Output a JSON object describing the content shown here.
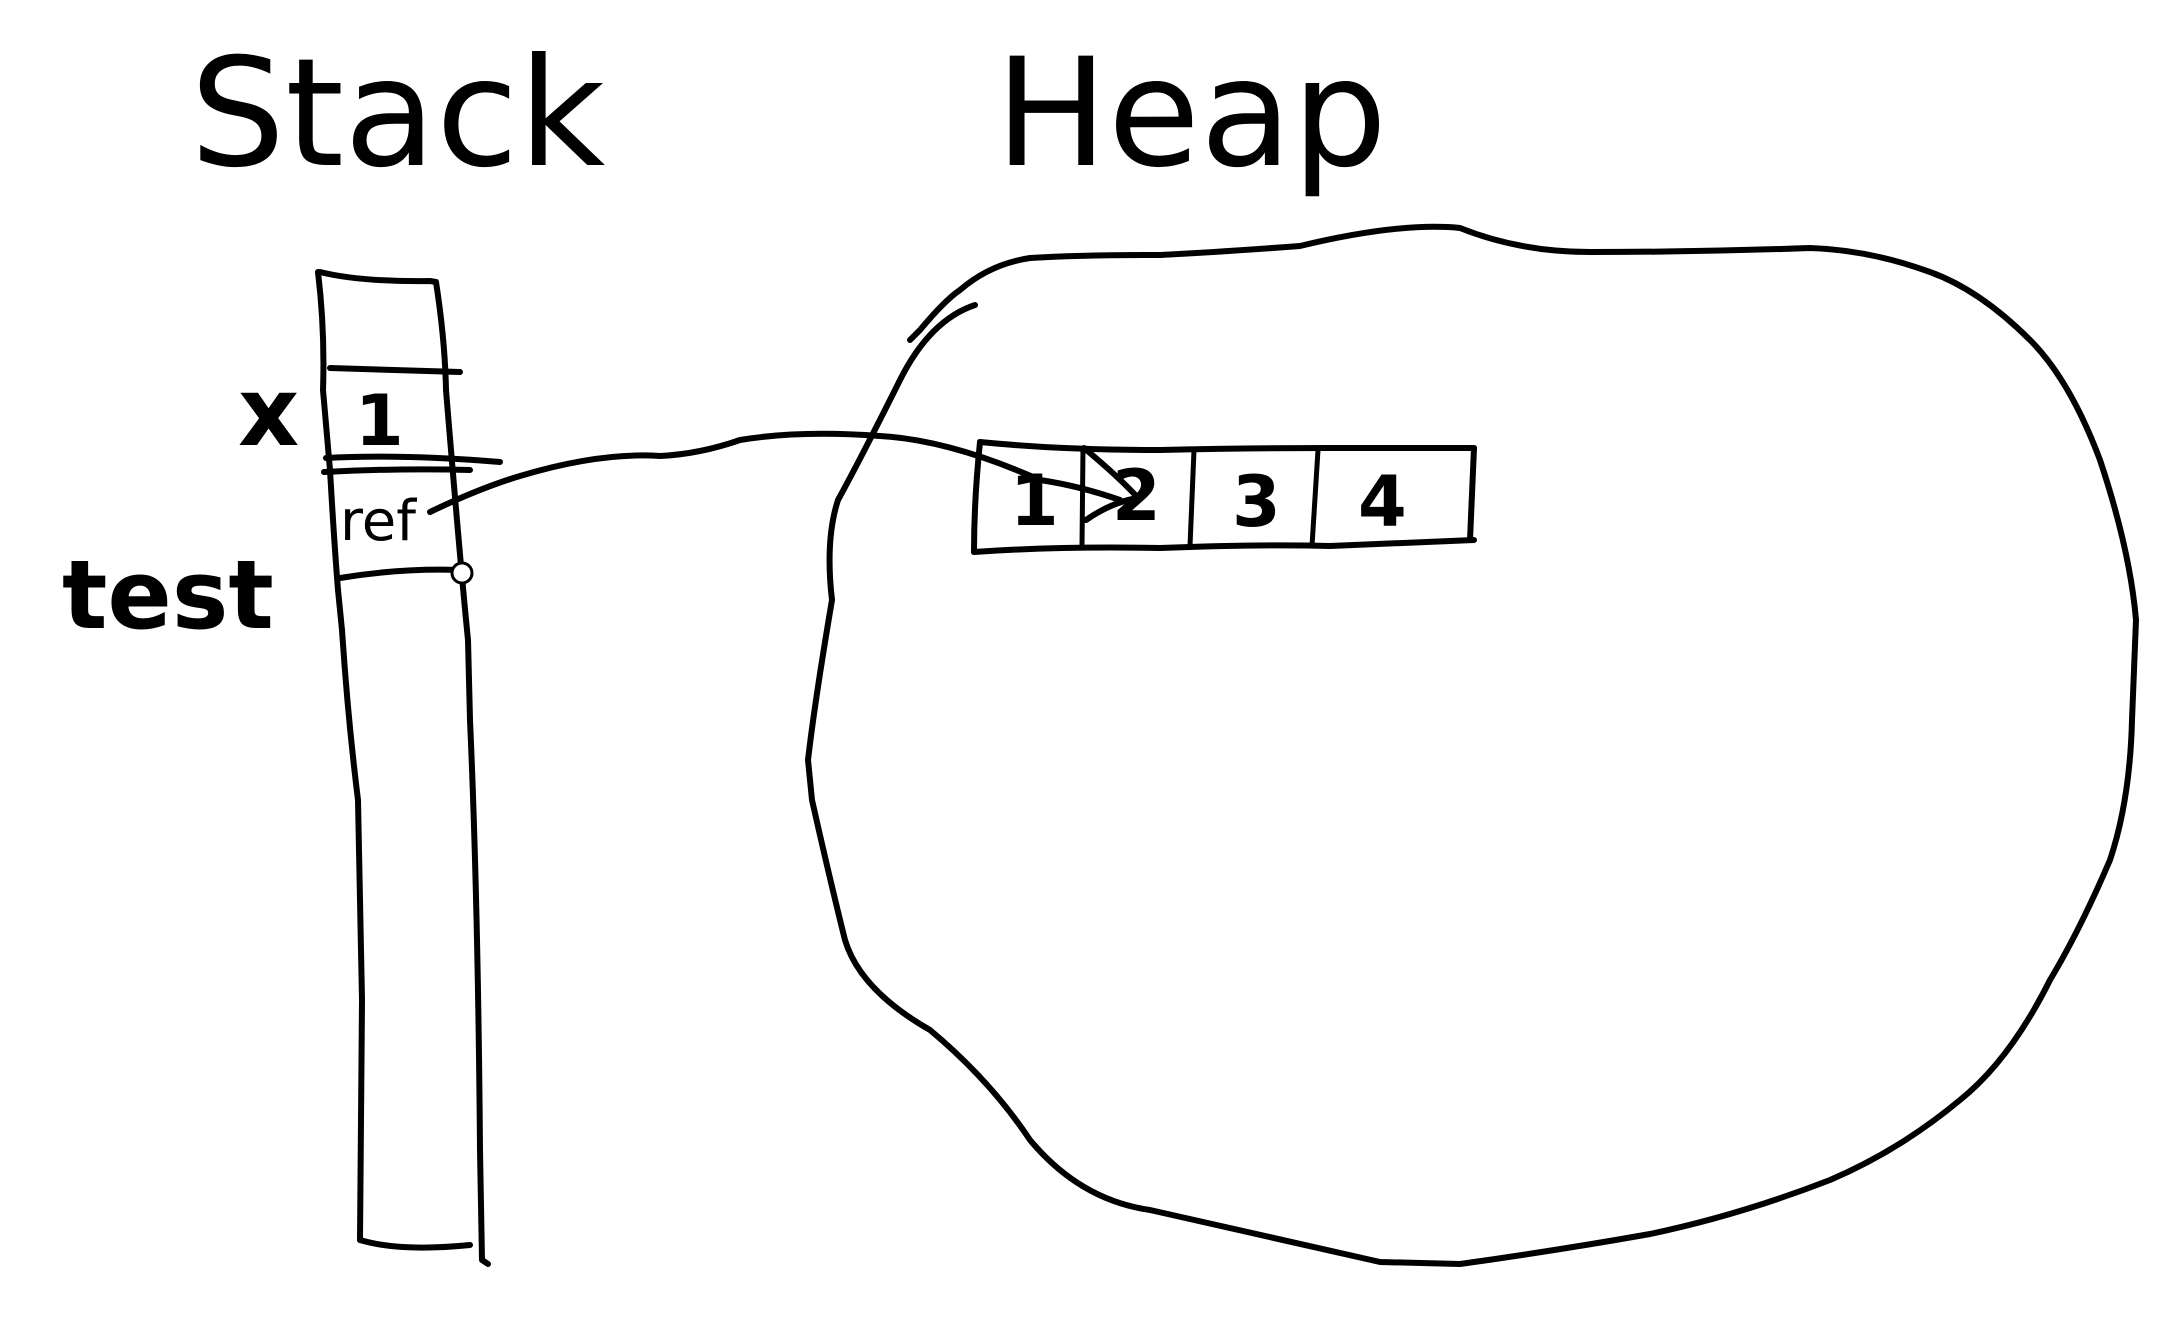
{
  "stack": {
    "title": "Stack",
    "slots": [
      {
        "label": "x",
        "value": "1"
      },
      {
        "label": "test",
        "value": "ref"
      }
    ]
  },
  "heap": {
    "title": "Heap",
    "array": [
      "1",
      "2",
      "3",
      "4"
    ]
  },
  "colors": {
    "ink": "#000000",
    "paper": "#ffffff"
  },
  "icons": {
    "pointer": "arrow-right-icon"
  }
}
